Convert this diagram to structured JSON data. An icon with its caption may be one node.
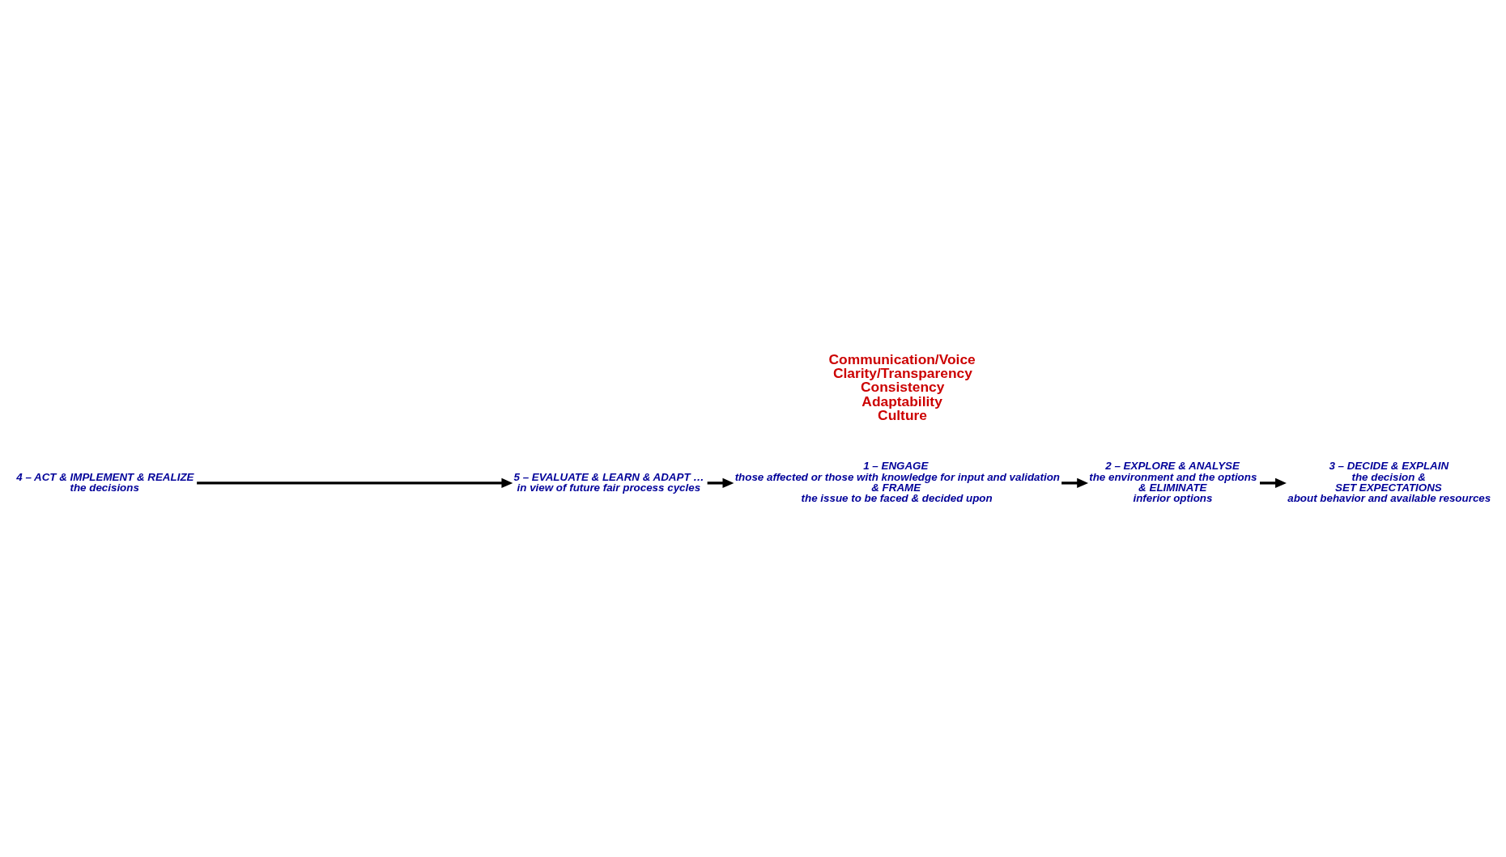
{
  "diagram": {
    "nodes": [
      {
        "text": [
          "5 – EVALUATE & LEARN & ADAPT …",
          "in view of future fair process cycles"
        ]
      },
      {
        "text": [
          "1 – ENGAGE",
          "those affected or those with knowledge for input and validation",
          "& FRAME",
          "the issue to be faced & decided upon"
        ]
      },
      {
        "text": [
          "4 – ACT & IMPLEMENT & REALIZE",
          "the decisions"
        ]
      },
      {
        "text": [
          "2 – EXPLORE & ANALYSE",
          "the environment and the options",
          "& ELIMINATE",
          "inferior options"
        ]
      },
      {
        "text": [
          "3 – DECIDE & EXPLAIN",
          "the decision &",
          "SET EXPECTATIONS",
          "about behavior and available resources"
        ]
      }
    ],
    "edges": [
      {
        "from": 0,
        "to": 1,
        "arrow": "to"
      },
      {
        "from": 1,
        "to": 3,
        "arrow": "to"
      },
      {
        "from": 3,
        "to": 4,
        "arrow": "to"
      },
      {
        "from": 2,
        "to": 0,
        "arrow": "to"
      }
    ],
    "labels": [
      "Communication/Voice",
      "Clarity/Transparency",
      "Consistency",
      "Adaptability",
      "Culture"
    ]
  }
}
